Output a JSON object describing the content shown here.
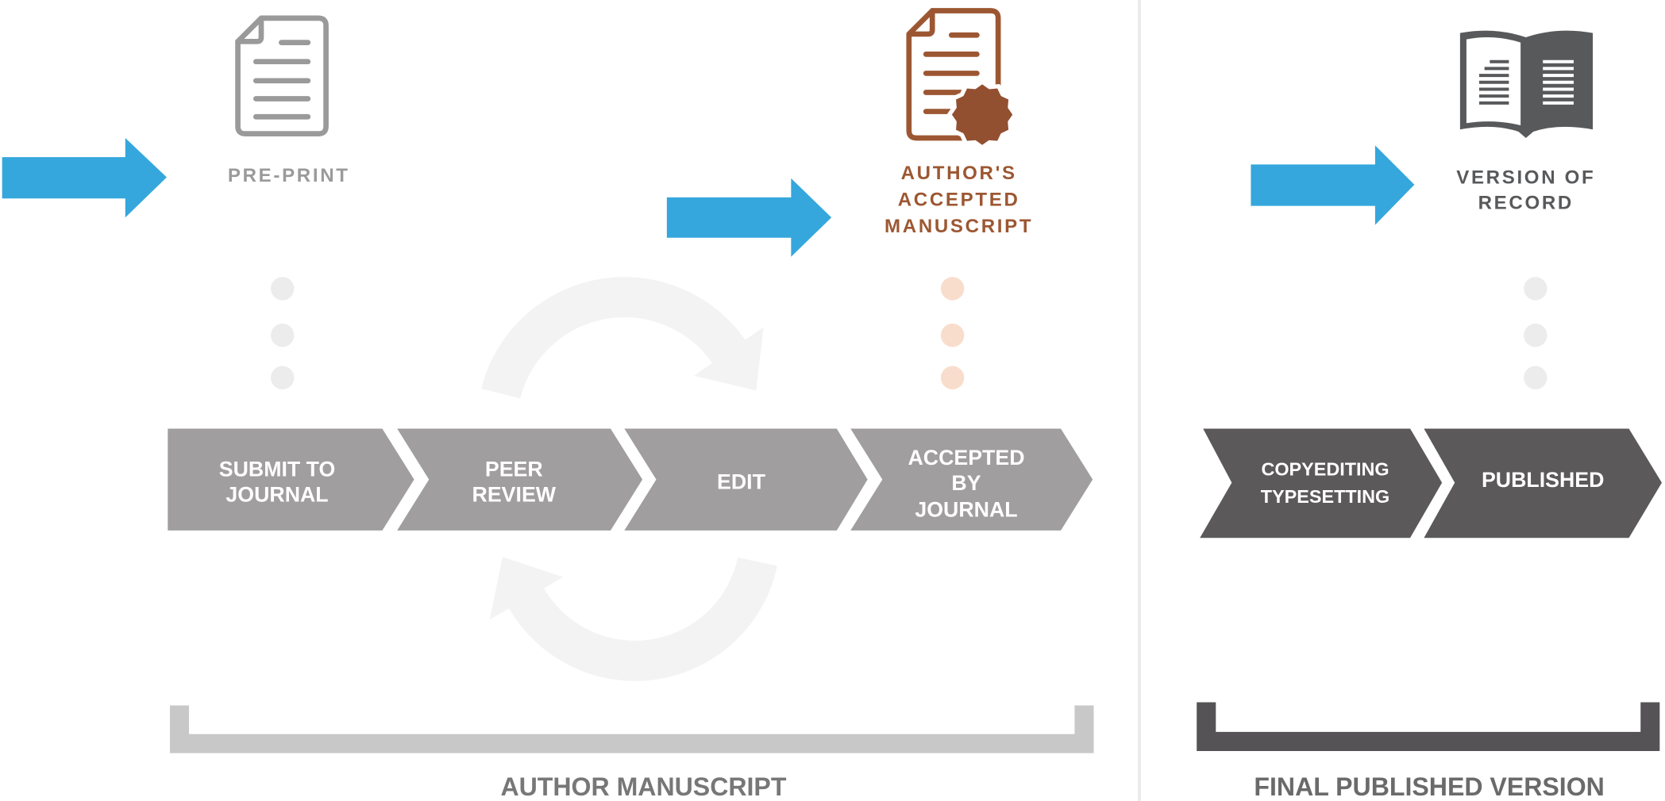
{
  "pointer_arrows": {
    "icon": "arrow-right-icon",
    "color": "#35a7dc"
  },
  "stages": {
    "preprint": {
      "label_lines": [
        "PRE-PRINT"
      ],
      "icon": "document-icon",
      "color": "#9a9a9a",
      "dot_color": "#ececec"
    },
    "accepted_manuscript": {
      "label_lines": [
        "AUTHOR'S",
        "ACCEPTED",
        "MANUSCRIPT"
      ],
      "icon": "certified-document-icon",
      "color": "#9c5732",
      "badge_color": "#935030",
      "dot_color": "#f9ddcc"
    },
    "version_of_record": {
      "label_lines": [
        "VERSION OF",
        "RECORD"
      ],
      "icon": "open-book-icon",
      "color": "#58595b",
      "dot_color": "#ececec"
    }
  },
  "workflow": {
    "cycle_icon": "cycle-arrows-icon",
    "cycle_color": "#f3f3f3",
    "divider_color": "#ebebeb",
    "step_text_color": "#ffffff",
    "manuscript_steps": {
      "fill": "#a09e9f",
      "steps": [
        {
          "lines": [
            "SUBMIT TO",
            "JOURNAL"
          ]
        },
        {
          "lines": [
            "PEER",
            "REVIEW"
          ]
        },
        {
          "lines": [
            "EDIT"
          ]
        },
        {
          "lines": [
            "ACCEPTED",
            "BY",
            "JOURNAL"
          ]
        }
      ]
    },
    "published_steps": {
      "fill": "#5c595a",
      "steps": [
        {
          "lines": [
            "COPYEDITING",
            "TYPESETTING"
          ]
        },
        {
          "lines": [
            "PUBLISHED"
          ]
        }
      ]
    }
  },
  "groups": {
    "manuscript": {
      "label": "AUTHOR MANUSCRIPT",
      "bracket_color": "#c8c8c8",
      "label_color": "#777777"
    },
    "published": {
      "label": "FINAL PUBLISHED VERSION",
      "bracket_color": "#555355",
      "label_color": "#6a6a6a"
    }
  }
}
